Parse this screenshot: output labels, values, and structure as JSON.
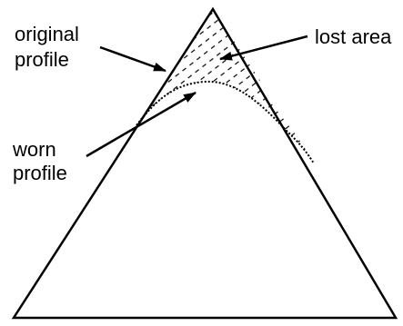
{
  "labels": {
    "original_profile": [
      "original",
      "profile"
    ],
    "worn_profile": [
      "worn",
      "profile"
    ],
    "lost_area": "lost area"
  },
  "colors": {
    "stroke": "#000000",
    "background": "#ffffff"
  }
}
